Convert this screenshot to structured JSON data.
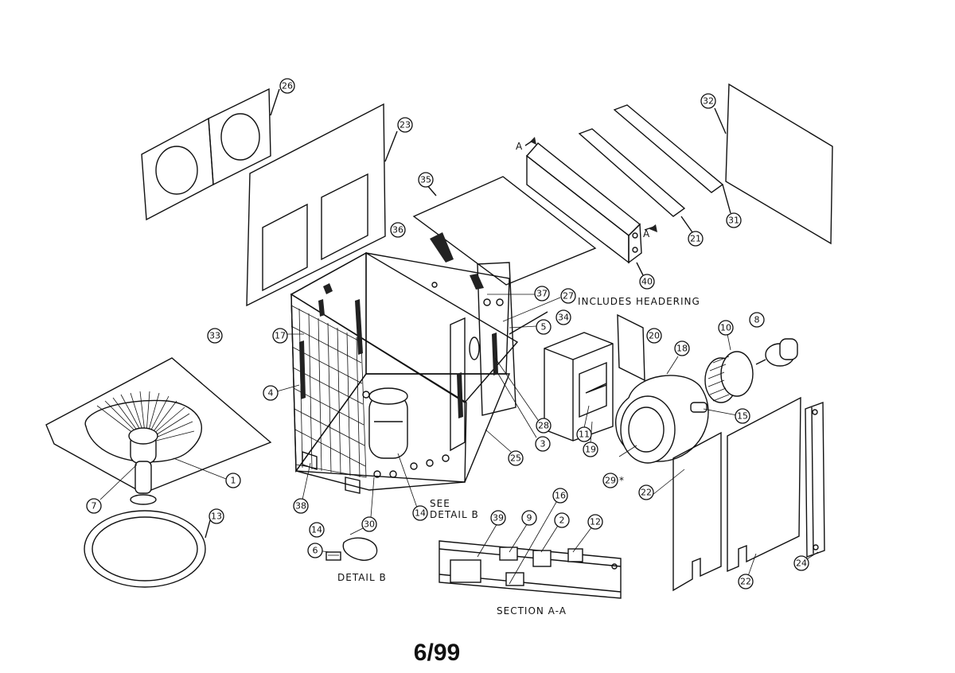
{
  "callouts": [
    {
      "id": "c26",
      "label": "26"
    },
    {
      "id": "c23",
      "label": "23"
    },
    {
      "id": "c32",
      "label": "32"
    },
    {
      "id": "c35",
      "label": "35"
    },
    {
      "id": "c36",
      "label": "36"
    },
    {
      "id": "c31",
      "label": "31"
    },
    {
      "id": "c21",
      "label": "21"
    },
    {
      "id": "c40",
      "label": "40"
    },
    {
      "id": "c37",
      "label": "37"
    },
    {
      "id": "c27",
      "label": "27"
    },
    {
      "id": "c5",
      "label": "5"
    },
    {
      "id": "c34",
      "label": "34"
    },
    {
      "id": "c20",
      "label": "20"
    },
    {
      "id": "c8",
      "label": "8"
    },
    {
      "id": "c10",
      "label": "10"
    },
    {
      "id": "c18",
      "label": "18"
    },
    {
      "id": "c33",
      "label": "33"
    },
    {
      "id": "c17",
      "label": "17"
    },
    {
      "id": "c4",
      "label": "4"
    },
    {
      "id": "c28",
      "label": "28"
    },
    {
      "id": "c3",
      "label": "3"
    },
    {
      "id": "c11",
      "label": "11"
    },
    {
      "id": "c19",
      "label": "19"
    },
    {
      "id": "c15",
      "label": "15"
    },
    {
      "id": "c25",
      "label": "25"
    },
    {
      "id": "c29",
      "label": "29"
    },
    {
      "id": "c1",
      "label": "1"
    },
    {
      "id": "c7",
      "label": "7"
    },
    {
      "id": "c38",
      "label": "38"
    },
    {
      "id": "c30",
      "label": "30"
    },
    {
      "id": "c14a",
      "label": "14"
    },
    {
      "id": "c22a",
      "label": "22"
    },
    {
      "id": "c24",
      "label": "24"
    },
    {
      "id": "c13",
      "label": "13"
    },
    {
      "id": "c16",
      "label": "16"
    },
    {
      "id": "c39",
      "label": "39"
    },
    {
      "id": "c9",
      "label": "9"
    },
    {
      "id": "c2",
      "label": "2"
    },
    {
      "id": "c12",
      "label": "12"
    },
    {
      "id": "c14b",
      "label": "14"
    },
    {
      "id": "c6",
      "label": "6"
    },
    {
      "id": "c22b",
      "label": "22"
    }
  ],
  "labels": {
    "includes_headering": "INCLUDES HEADERING",
    "see": "SEE",
    "detail_b_ref": "DETAIL B",
    "detail_b": "DETAIL B",
    "section_aa": "SECTION A-A",
    "section_a_left": "A",
    "section_a_right": "A",
    "asterisk": "*"
  },
  "footer": {
    "code": "6/99"
  }
}
